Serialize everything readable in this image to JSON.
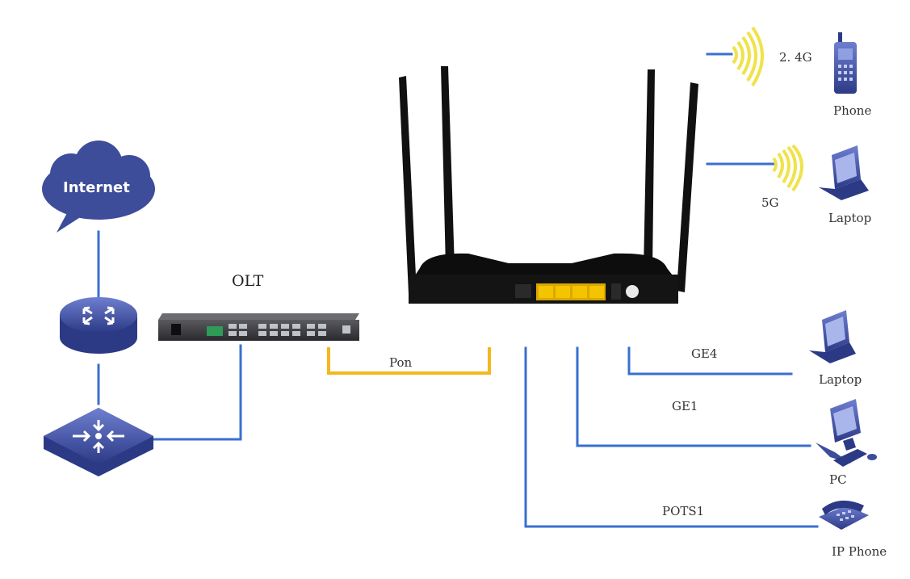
{
  "labels": {
    "internet": "Internet",
    "olt": "OLT",
    "pon": "Pon",
    "wifi_24": "2. 4G",
    "wifi_5": "5G",
    "phone": "Phone",
    "laptop_wifi": "Laptop",
    "ge4": "GE4",
    "laptop_wired": "Laptop",
    "ge1": "GE1",
    "pc": "PC",
    "pots1": "POTS1",
    "ip_phone": "IP Phone"
  },
  "colors": {
    "link_blue": "#3a6fd0",
    "pon_yellow": "#f2b81e",
    "device_blue": "#3d4d9a",
    "wifi_yellow": "#f0e24a",
    "router_black": "#111111",
    "port_yellow": "#f4c400"
  }
}
